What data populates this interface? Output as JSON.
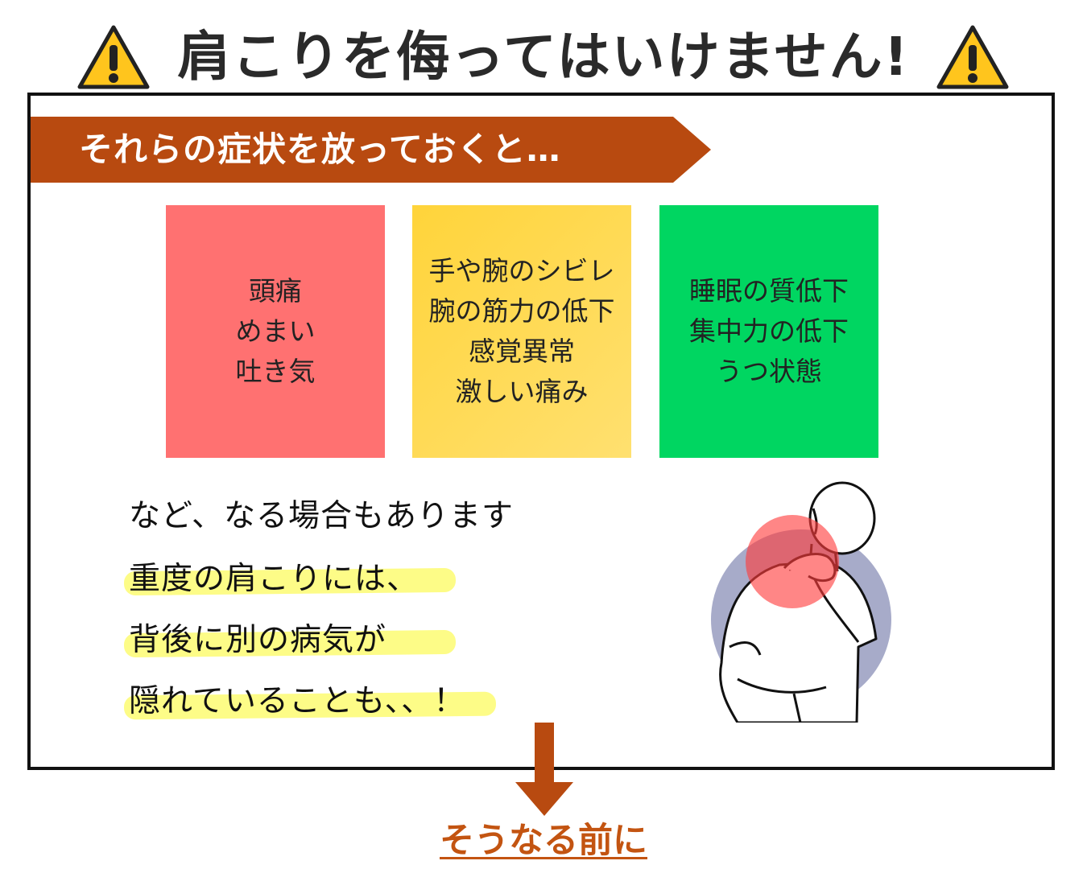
{
  "title": {
    "text": "肩こりを侮ってはいけません!",
    "icon": "warning-triangle-icon"
  },
  "banner": {
    "text": "それらの症状を放っておくと…"
  },
  "cards": [
    {
      "lines": [
        "頭痛",
        "めまい",
        "吐き気"
      ],
      "color": "#ff7171"
    },
    {
      "lines": [
        "手や腕のシビレ",
        "腕の筋力の低下",
        "感覚異常",
        "激しい痛み"
      ],
      "color": "#ffd84a"
    },
    {
      "lines": [
        "睡眠の質低下",
        "集中力の低下",
        "うつ状態"
      ],
      "color": "#00d661"
    }
  ],
  "body": {
    "line1": "など、なる場合もあります",
    "line2": "重度の肩こりには、",
    "line3": "背後に別の病気が",
    "line4": "隠れていることも、、！"
  },
  "footer": {
    "link_text": "そうなる前に"
  },
  "colors": {
    "accent": "#b84a10",
    "highlight": "#fdfc7a",
    "link": "#c35411"
  }
}
